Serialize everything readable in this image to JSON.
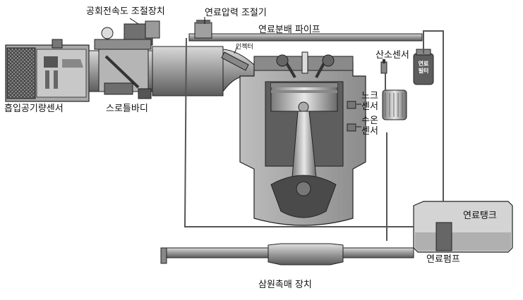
{
  "labels": {
    "idle_speed_control": "공회전속도 조절장치",
    "fuel_pressure_regulator": "연료압력 조절기",
    "fuel_rail": "연료분배 파이프",
    "injector": "인젝터",
    "oxygen_sensor": "산소센서",
    "fuel_filter_line1": "연료",
    "fuel_filter_line2": "필터",
    "air_flow_sensor": "흡입공기량센서",
    "throttle_body": "스로틀바디",
    "knock_sensor_line1": "노크",
    "knock_sensor_line2": "센서",
    "coolant_sensor_line1": "수온",
    "coolant_sensor_line2": "센서",
    "fuel_tank": "연료탱크",
    "fuel_pump": "연료펌프",
    "catalytic_converter": "삼원촉매 장치"
  },
  "colors": {
    "metal_dark": "#6e6e6e",
    "metal_mid": "#9a9a9a",
    "metal_light": "#cfcfcf",
    "line": "#222222"
  }
}
